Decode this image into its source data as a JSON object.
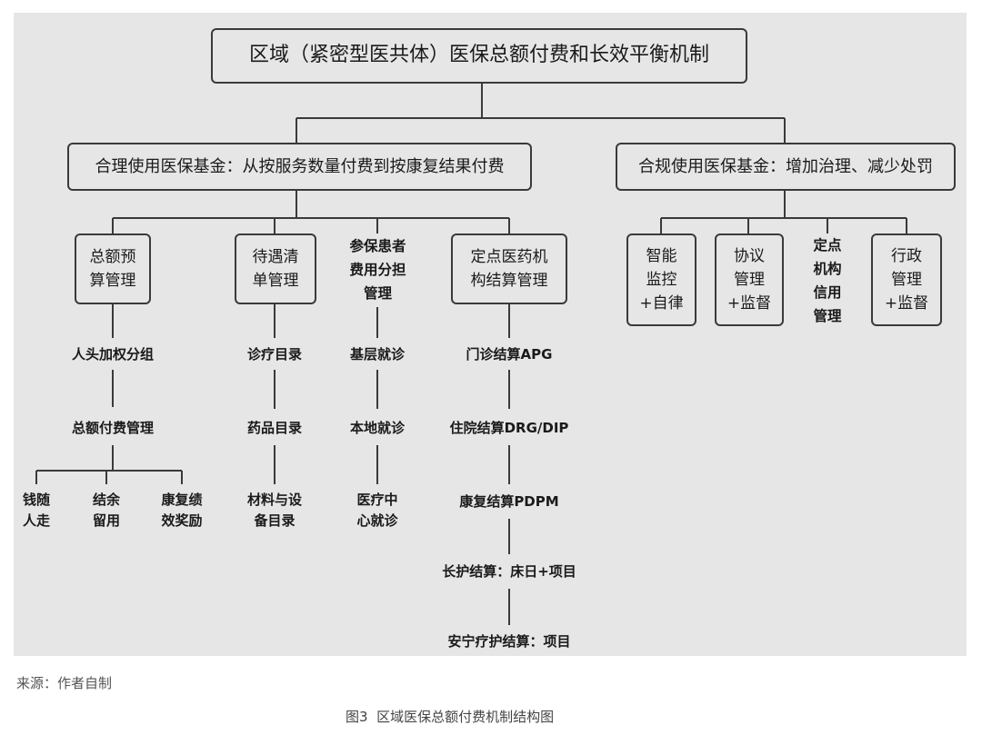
{
  "diagram": {
    "root": "区域（紧密型医共体）医保总额付费和长效平衡机制",
    "left_branch": "合理使用医保基金：从按服务数量付费到按康复结果付费",
    "right_branch": "合规使用医保基金：增加治理、减少处罚",
    "left_children": {
      "total_budget": "总额预\n算管理",
      "benefit_list": "待遇清\n单管理",
      "cost_sharing": "参保患者\n费用分担\n管理",
      "settlement": "定点医药机\n构结算管理"
    },
    "total_budget_chain": [
      "人头加权分组",
      "总额付费管理"
    ],
    "total_budget_leaves": [
      "钱随\n人走",
      "结余\n留用",
      "康复绩\n效奖励"
    ],
    "benefit_chain": [
      "诊疗目录",
      "药品目录",
      "材料与设\n备目录"
    ],
    "cost_sharing_chain": [
      "基层就诊",
      "本地就诊",
      "医疗中\n心就诊"
    ],
    "settlement_chain": [
      "门诊结算APG",
      "住院结算DRG/DIP",
      "康复结算PDPM",
      "长护结算：床日+项目",
      "安宁疗护结算：项目"
    ],
    "right_children": [
      "智能\n监控\n+自律",
      "协议\n管理\n+监督",
      "定点\n机构\n信用\n管理",
      "行政\n管理\n+监督"
    ]
  },
  "source_note": "来源：作者自制",
  "figure_caption": "图3  区域医保总额付费机制结构图"
}
